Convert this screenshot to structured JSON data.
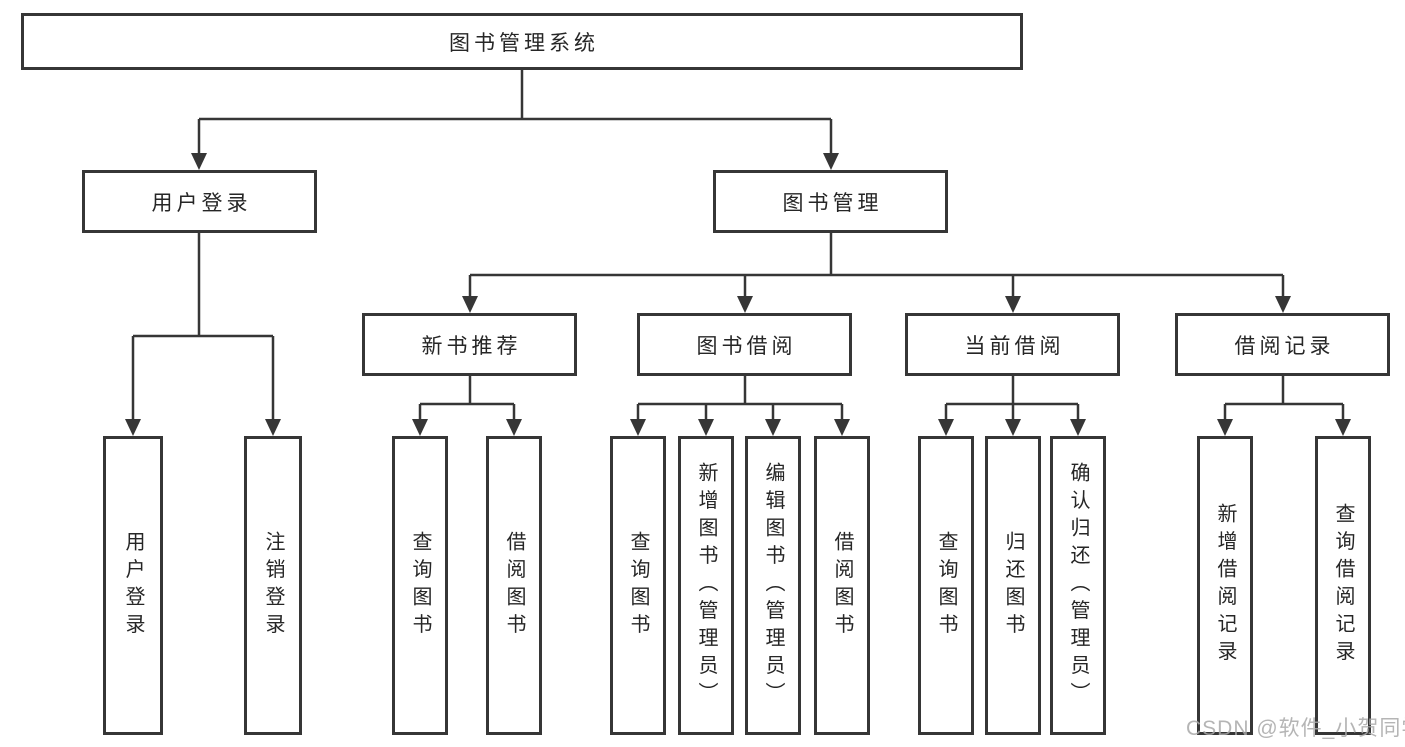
{
  "diagram": {
    "root": "图书管理系统",
    "branches": [
      {
        "label": "用户登录",
        "children": [
          "用户登录",
          "注销登录"
        ]
      },
      {
        "label": "图书管理",
        "groups": [
          {
            "label": "新书推荐",
            "children": [
              "查询图书",
              "借阅图书"
            ]
          },
          {
            "label": "图书借阅",
            "children": [
              "查询图书",
              "新增图书（管理员）",
              "编辑图书（管理员）",
              "借阅图书"
            ]
          },
          {
            "label": "当前借阅",
            "children": [
              "查询图书",
              "归还图书",
              "确认归还（管理员）"
            ]
          },
          {
            "label": "借阅记录",
            "children": [
              "新增借阅记录",
              "查询借阅记录"
            ]
          }
        ]
      }
    ]
  },
  "watermark": {
    "text": "CSDN @软件_小贺同学"
  },
  "colors": {
    "line": "#363636",
    "box_border": "#363636",
    "text": "#262626",
    "watermark": "#a9a9a9",
    "background": "#ffffff"
  }
}
